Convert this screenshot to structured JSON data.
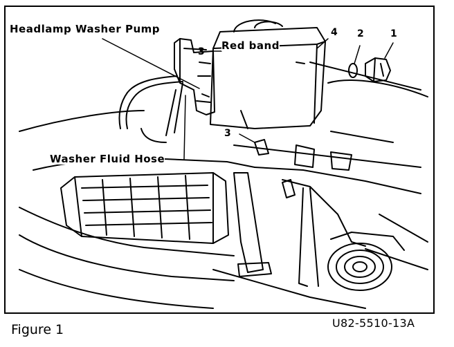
{
  "labels": {
    "headlamp_washer_pump": "Headlamp Washer Pump",
    "red_band": "Red band",
    "washer_fluid_hose": "Washer Fluid Hose"
  },
  "numbers": {
    "n1": "1",
    "n2": "2",
    "n3_upper": "3",
    "n3_lower": "3",
    "n4": "4"
  },
  "caption": "Figure 1",
  "figure_code": "U82-5510-13A"
}
